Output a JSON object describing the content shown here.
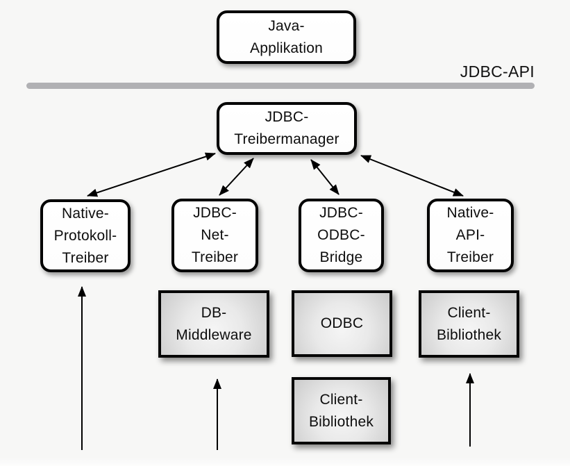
{
  "colors": {
    "background": "#f7f7f6",
    "box_border": "#000000",
    "white_box_fill": "#ffffff",
    "gray_box_fill_light": "#f5f5f5",
    "gray_box_fill_dark": "#cbcbcb",
    "divider_line": "#b1b1b4",
    "text": "#0d0d0d",
    "arrow": "#000000"
  },
  "diagram": {
    "api_label": "JDBC-API",
    "nodes": {
      "java_application": {
        "label": "Java-\nApplikation"
      },
      "jdbc_treibermanager": {
        "label": "JDBC-\nTreibermanager"
      },
      "native_protokoll_treiber": {
        "label": "Native-\nProtokoll-\nTreiber"
      },
      "jdbc_net_treiber": {
        "label": "JDBC-\nNet-\nTreiber"
      },
      "jdbc_odbc_bridge": {
        "label": "JDBC-\nODBC-\nBridge"
      },
      "native_api_treiber": {
        "label": "Native-\nAPI-\nTreiber"
      },
      "db_middleware": {
        "label": "DB-\nMiddleware"
      },
      "odbc": {
        "label": "ODBC"
      },
      "client_bibliothek_odbc": {
        "label": "Client-\nBibliothek"
      },
      "client_bibliothek_api": {
        "label": "Client-\nBibliothek"
      }
    }
  }
}
